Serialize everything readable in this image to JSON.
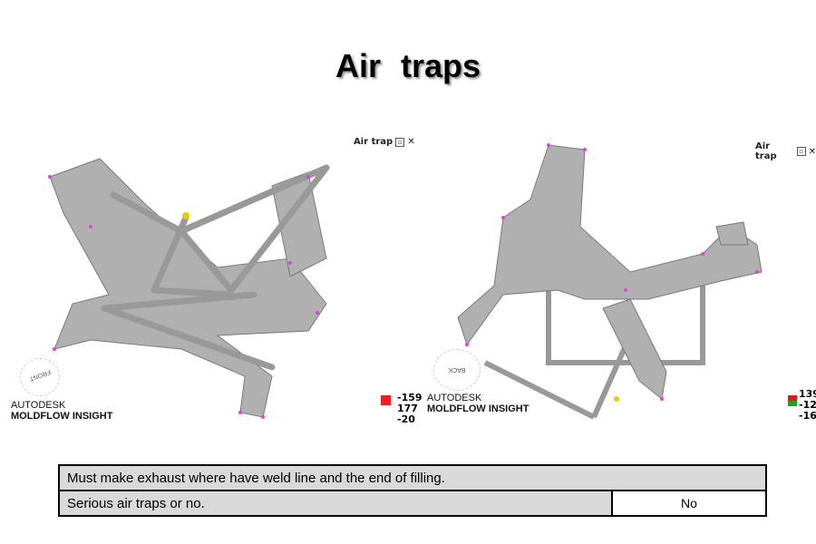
{
  "title": "Air  traps",
  "left_view": {
    "label": "Air trap",
    "brand_line1": "AUTODESK",
    "brand_line2": "MOLDFLOW INSIGHT",
    "cube_face": "FRONT",
    "axis_values": [
      "-159",
      "177",
      "-20"
    ]
  },
  "right_view": {
    "label": "Air trap",
    "brand_line1": "AUTODESK",
    "brand_line2": "MOLDFLOW INSIGHT",
    "cube_face": "BACK",
    "axis_values": [
      "139",
      "-12",
      "-16"
    ]
  },
  "table": {
    "row1": "Must make exhaust where have weld line and the end of filling.",
    "row2_label": "Serious air traps or no.",
    "row2_value": "No"
  },
  "colors": {
    "air_trap_marker": "#e040e0",
    "part": "#a8a8a8"
  }
}
